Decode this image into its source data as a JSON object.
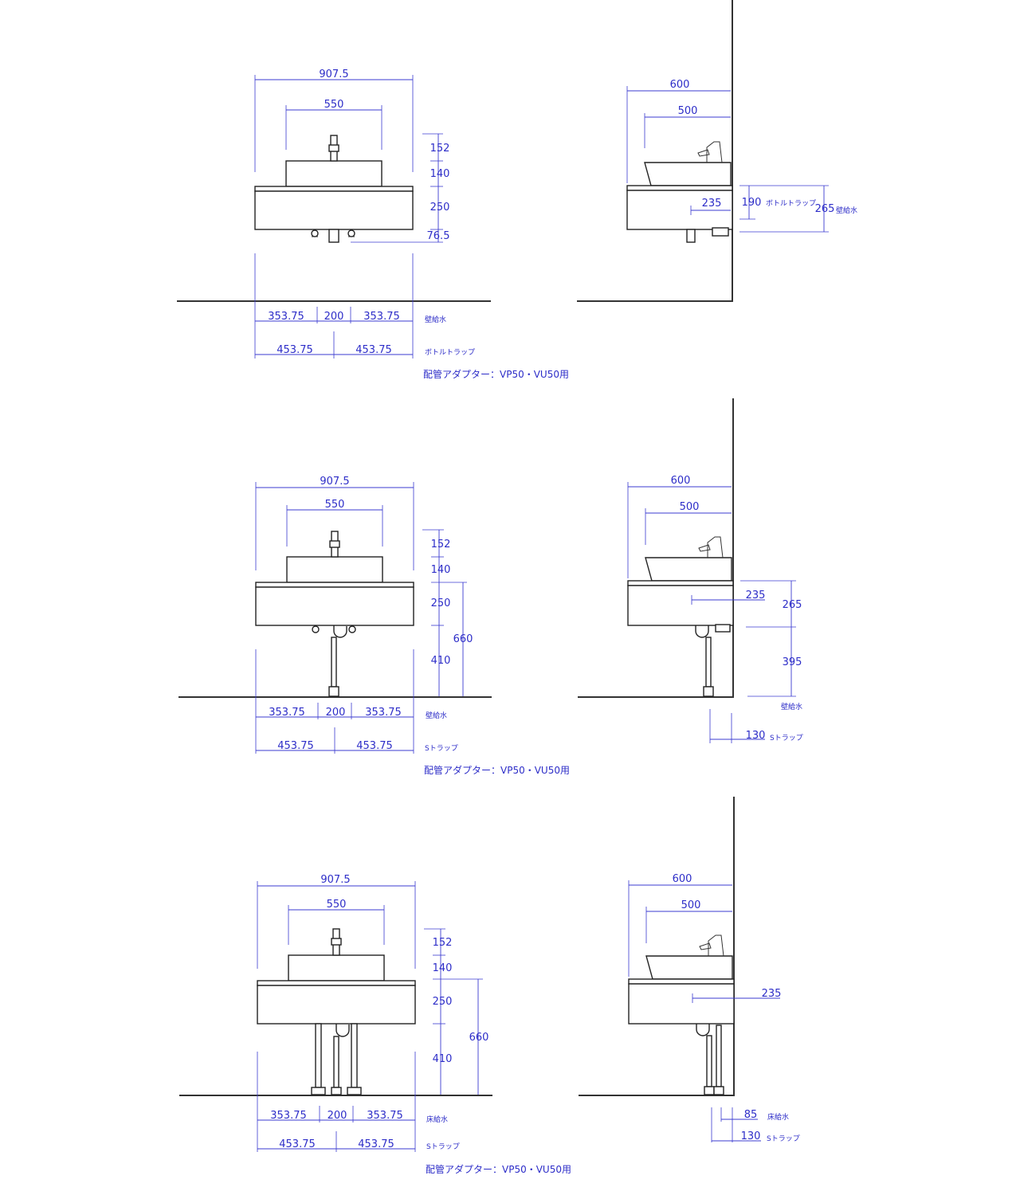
{
  "panels": [
    {
      "front": {
        "overall_width": "907.5",
        "bowl_width": "550",
        "heights": [
          "152",
          "140",
          "250",
          "76.5"
        ],
        "height_total": "",
        "supply_offsets": [
          "353.75",
          "200",
          "353.75"
        ],
        "supply_label": "壁給水",
        "trap_offsets": [
          "453.75",
          "453.75"
        ],
        "trap_label": "ボトルトラップ",
        "adapter_note": "配管アダプター：VP50・VU50用"
      },
      "side": {
        "depth": "600",
        "bowl_depth": "500",
        "trap_from_wall": "235",
        "trap_height": "190",
        "trap_height_label": "ボトルトラップ",
        "supply_height": "265",
        "supply_height_label": "壁給水"
      }
    },
    {
      "front": {
        "overall_width": "907.5",
        "bowl_width": "550",
        "heights": [
          "152",
          "140",
          "250",
          "410"
        ],
        "height_total": "660",
        "supply_offsets": [
          "353.75",
          "200",
          "353.75"
        ],
        "supply_label": "壁給水",
        "trap_offsets": [
          "453.75",
          "453.75"
        ],
        "trap_label": "Sトラップ",
        "adapter_note": "配管アダプター：VP50・VU50用"
      },
      "side": {
        "depth": "600",
        "bowl_depth": "500",
        "trap_from_wall": "235",
        "supply_upper": "265",
        "supply_lower": "395",
        "supply_label": "壁給水",
        "trap_wall_offset": "130",
        "trap_wall_label": "Sトラップ"
      }
    },
    {
      "front": {
        "overall_width": "907.5",
        "bowl_width": "550",
        "heights": [
          "152",
          "140",
          "250",
          "410"
        ],
        "height_total": "660",
        "supply_offsets": [
          "353.75",
          "200",
          "353.75"
        ],
        "supply_label": "床給水",
        "trap_offsets": [
          "453.75",
          "453.75"
        ],
        "trap_label": "Sトラップ",
        "adapter_note": "配管アダプター：VP50・VU50用"
      },
      "side": {
        "depth": "600",
        "bowl_depth": "500",
        "trap_from_wall": "235",
        "supply_wall_offset": "85",
        "supply_wall_label": "床給水",
        "trap_wall_offset": "130",
        "trap_wall_label": "Sトラップ"
      }
    }
  ]
}
